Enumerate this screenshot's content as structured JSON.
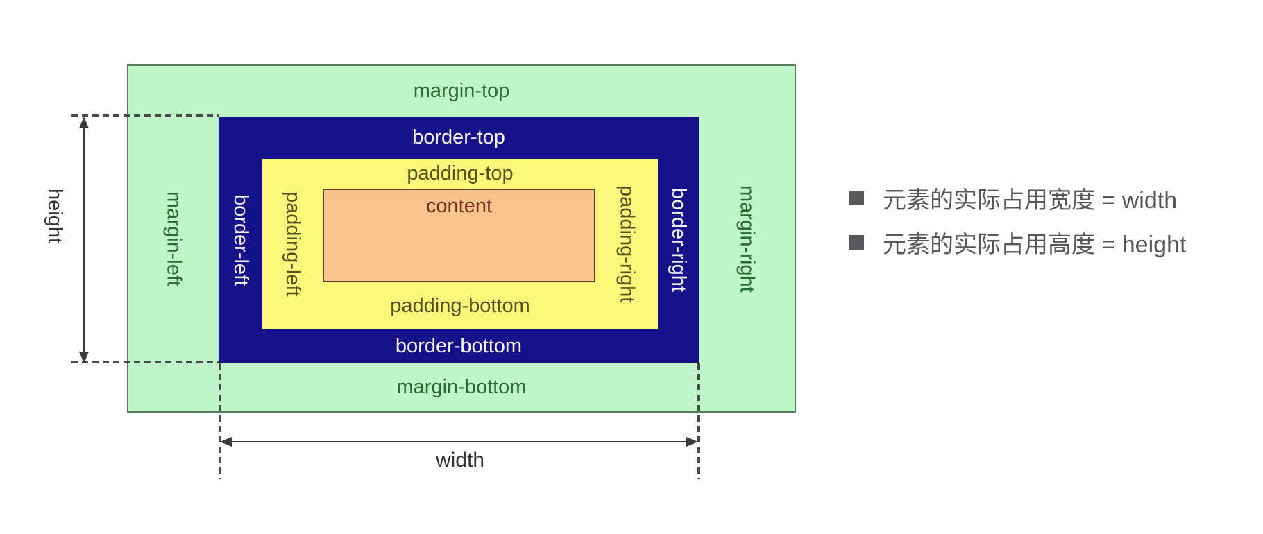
{
  "diagram": {
    "margin": {
      "top": "margin-top",
      "right": "margin-right",
      "bottom": "margin-bottom",
      "left": "margin-left"
    },
    "border": {
      "top": "border-top",
      "right": "border-right",
      "bottom": "border-bottom",
      "left": "border-left"
    },
    "padding": {
      "top": "padding-top",
      "right": "padding-right",
      "bottom": "padding-bottom",
      "left": "padding-left"
    },
    "content_label": "content",
    "height_label": "height",
    "width_label": "width",
    "colors": {
      "margin_bg": "#bff6c9",
      "border_bg": "#18128a",
      "padding_bg": "#f9f87b",
      "content_bg": "#f9c38d"
    }
  },
  "notes": {
    "items": [
      {
        "text": "元素的实际占用宽度 = width"
      },
      {
        "text": "元素的实际占用高度 = height"
      }
    ]
  }
}
